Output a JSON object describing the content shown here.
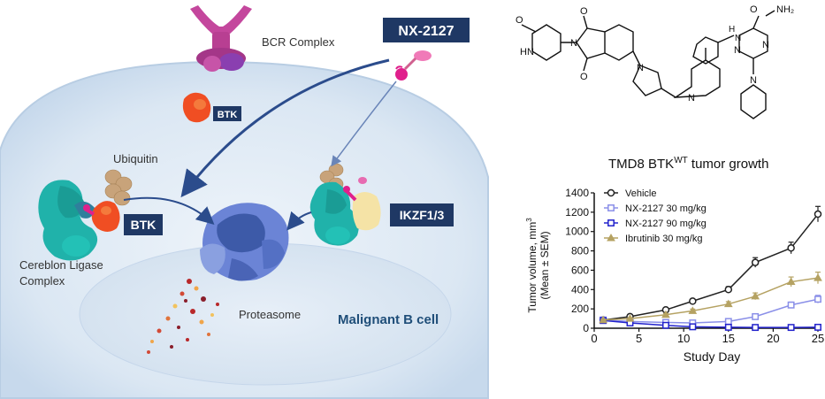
{
  "diagram": {
    "bcr_label": "BCR Complex",
    "drug_label": "NX-2127",
    "btk_small_label": "BTK",
    "ubiquitin_label": "Ubiquitin",
    "btk_label": "BTK",
    "ikzf_label": "IKZF1/3",
    "cereblon_label_line1": "Cereblon Ligase",
    "cereblon_label_line2": "Complex",
    "proteasome_label": "Proteasome",
    "cell_label": "Malignant B cell",
    "colors": {
      "navy_box": "#1f3864",
      "cell_label": "#1f4e79",
      "arrow": "#2b4c8c",
      "cell_fill": "#dde9f4",
      "cereblon": "#20b2aa",
      "btk_red": "#f04e23",
      "drug_pink": "#e0208c",
      "ubiquitin": "#c8a37a",
      "proteasome": "#5b73c8"
    }
  },
  "chemistry": {
    "amide_label": "NH₂",
    "atom_labels": [
      "O",
      "O",
      "O",
      "HN",
      "N",
      "N",
      "N",
      "N",
      "N",
      "N",
      "O",
      "H",
      "N"
    ]
  },
  "chart_data": {
    "type": "line",
    "title": "TMD8 BTK",
    "title_superscript": "WT",
    "title_suffix": " tumor growth",
    "xlabel": "Study Day",
    "ylabel_line1": "Tumor volume, mm",
    "ylabel_superscript": "3",
    "ylabel_line2": "(Mean ± SEM)",
    "xlim": [
      0,
      25
    ],
    "ylim": [
      0,
      1400
    ],
    "xticks": [
      0,
      5,
      10,
      15,
      20,
      25
    ],
    "yticks": [
      0,
      200,
      400,
      600,
      800,
      1000,
      1200,
      1400
    ],
    "legend_position": "top-left",
    "series": [
      {
        "name": "Vehicle",
        "color": "#222222",
        "marker": "open-circle",
        "x": [
          1,
          4,
          8,
          11,
          15,
          18,
          22,
          25
        ],
        "y": [
          85,
          120,
          190,
          280,
          400,
          680,
          830,
          1180
        ],
        "err": [
          8,
          10,
          15,
          20,
          30,
          50,
          60,
          80
        ]
      },
      {
        "name": "NX-2127 30 mg/kg",
        "color": "#8a8fe8",
        "marker": "open-square",
        "x": [
          1,
          4,
          8,
          11,
          15,
          18,
          22,
          25
        ],
        "y": [
          85,
          70,
          60,
          55,
          70,
          120,
          240,
          300
        ],
        "err": [
          5,
          5,
          5,
          8,
          10,
          15,
          30,
          40
        ]
      },
      {
        "name": "NX-2127 90 mg/kg",
        "color": "#2222cc",
        "marker": "open-square",
        "x": [
          1,
          4,
          8,
          11,
          15,
          18,
          22,
          25
        ],
        "y": [
          80,
          55,
          30,
          15,
          10,
          8,
          8,
          10
        ],
        "err": [
          5,
          5,
          4,
          3,
          3,
          2,
          2,
          3
        ]
      },
      {
        "name": "Ibrutinib 30 mg/kg",
        "color": "#b5a262",
        "marker": "filled-triangle",
        "x": [
          1,
          4,
          8,
          11,
          15,
          18,
          22,
          25
        ],
        "y": [
          85,
          100,
          140,
          180,
          250,
          330,
          480,
          520
        ],
        "err": [
          8,
          10,
          12,
          18,
          25,
          35,
          50,
          60
        ]
      }
    ]
  }
}
